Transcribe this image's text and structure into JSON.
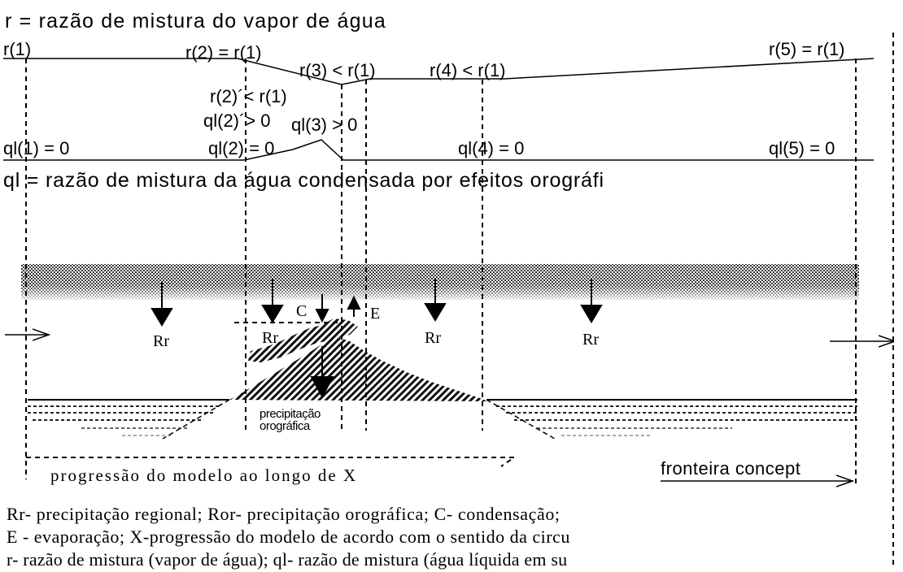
{
  "header": {
    "r_definition": "r = razão de mistura do vapor de água",
    "ql_definition": "ql = razão de mistura da água condensada por efeitos orográfi"
  },
  "vapor_labels": {
    "r1": "r(1)",
    "r2": "r(2) = r(1)",
    "r3": "r(3) < r(1)",
    "r4": "r(4) < r(1)",
    "r5": "r(5) = r(1)",
    "r2_prime": "r(2)´< r(1)"
  },
  "liquid_labels": {
    "ql1": "ql(1) = 0",
    "ql2": "ql(2) = 0",
    "ql2_prime": "ql(2)´> 0",
    "ql3": "ql(3) > 0",
    "ql4": "ql(4) = 0",
    "ql5": "ql(5) = 0"
  },
  "process_labels": {
    "rr": "Rr",
    "condensation": "C",
    "evaporation": "E",
    "orographic_precip_line1": "precipitação",
    "orographic_precip_line2": "orográfica"
  },
  "bottom": {
    "progression": "progressão do modelo ao longo de X",
    "boundary": "fronteira concept"
  },
  "legend": {
    "line1": "Rr- precipitação regional; Ror- precipitação orográfica; C- condensação;",
    "line2": "E - evaporação; X-progressão do modelo de acordo com o sentido da circu",
    "line3": "r- razão de mistura (vapor de água); ql- razão de mistura (água líquida em su"
  }
}
